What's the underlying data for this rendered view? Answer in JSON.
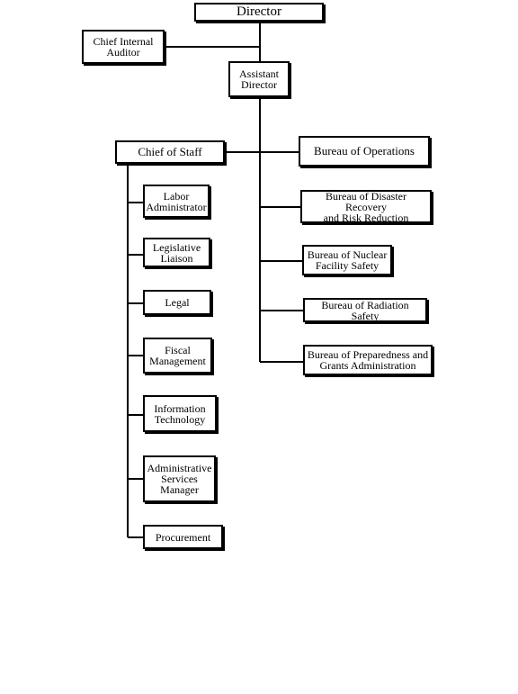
{
  "org_chart": {
    "director": "Director",
    "chief_internal_auditor": "Chief Internal\nAuditor",
    "assistant_director": "Assistant\nDirector",
    "chief_of_staff": "Chief of Staff",
    "staff_units": [
      "Labor\nAdministrator",
      "Legislative\nLiaison",
      "Legal",
      "Fiscal\nManagement",
      "Information\nTechnology",
      "Administrative\nServices\nManager",
      "Procurement"
    ],
    "bureaus": [
      "Bureau of Operations",
      "Bureau of Disaster Recovery\nand Risk Reduction",
      "Bureau of Nuclear\nFacility Safety",
      "Bureau of Radiation Safety",
      "Bureau of Preparedness and\nGrants Administration"
    ]
  }
}
